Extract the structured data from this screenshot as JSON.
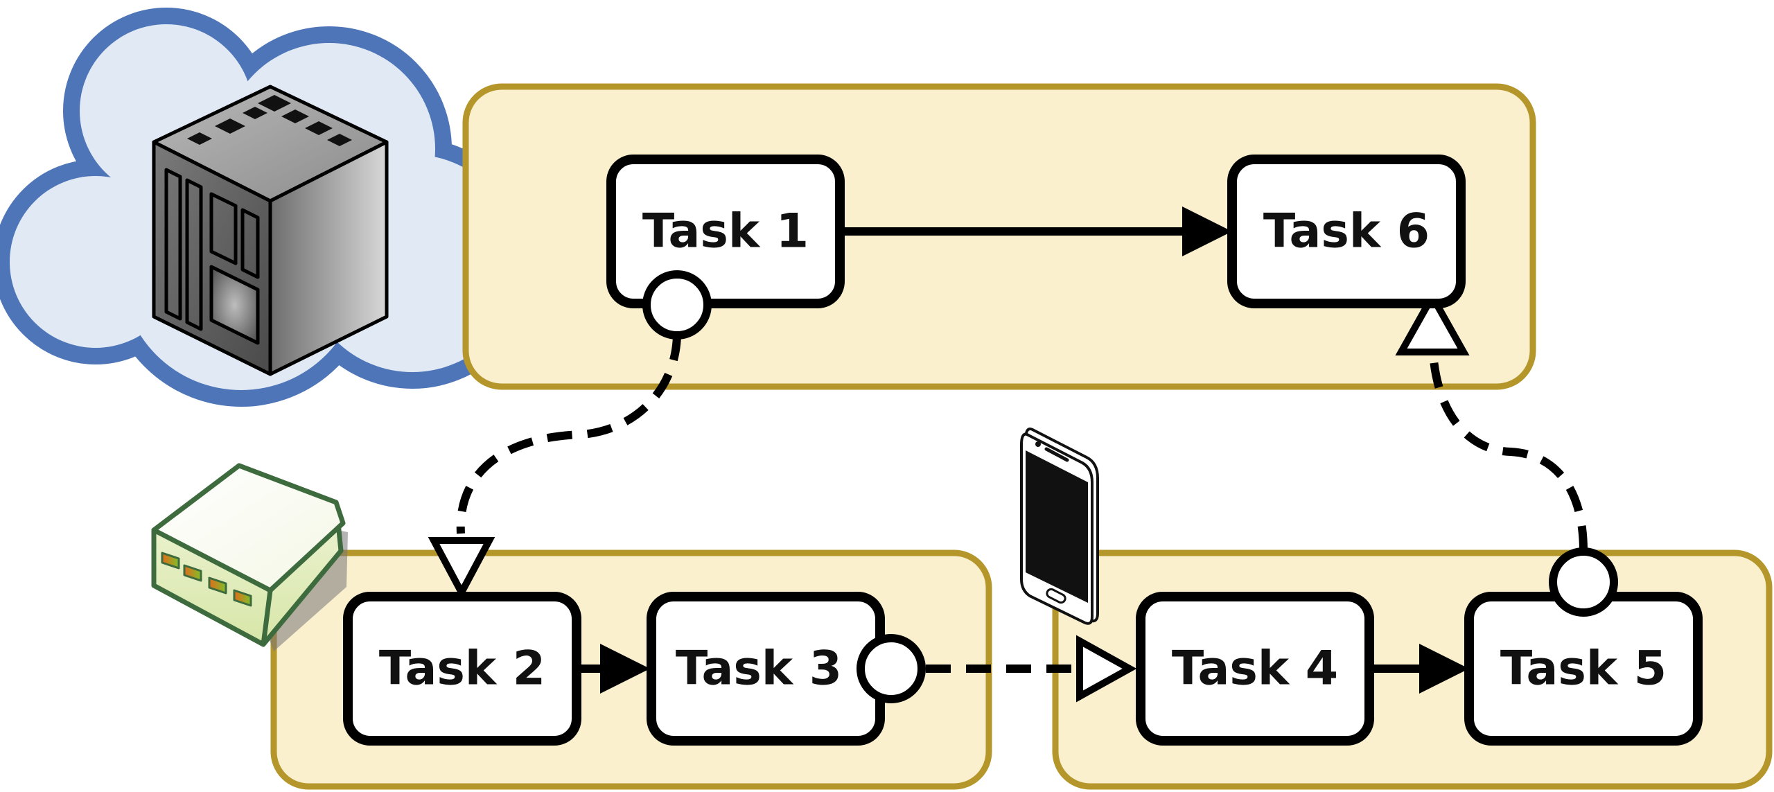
{
  "diagram": {
    "tasks": [
      {
        "id": "task-1",
        "label": "Task 1"
      },
      {
        "id": "task-2",
        "label": "Task 2"
      },
      {
        "id": "task-3",
        "label": "Task 3"
      },
      {
        "id": "task-4",
        "label": "Task 4"
      },
      {
        "id": "task-5",
        "label": "Task 5"
      },
      {
        "id": "task-6",
        "label": "Task 6"
      }
    ],
    "lanes": [
      {
        "id": "cloud-lane",
        "device": "cloud-server-icon"
      },
      {
        "id": "gateway-lane",
        "device": "gateway-router-icon"
      },
      {
        "id": "mobile-lane",
        "device": "smartphone-icon"
      }
    ],
    "flows": [
      {
        "from": "task-1",
        "to": "task-6",
        "type": "sequence"
      },
      {
        "from": "task-2",
        "to": "task-3",
        "type": "sequence"
      },
      {
        "from": "task-4",
        "to": "task-5",
        "type": "sequence"
      },
      {
        "from": "task-1",
        "to": "task-2",
        "type": "message"
      },
      {
        "from": "task-3",
        "to": "task-4",
        "type": "message"
      },
      {
        "from": "task-5",
        "to": "task-6",
        "type": "message"
      }
    ],
    "colors": {
      "lane_fill": "#FAF0CE",
      "lane_stroke": "#B4962A",
      "cloud_fill": "#E1E9F5",
      "cloud_stroke": "#4D75B8",
      "gateway_stroke": "#3E6B3E",
      "stroke": "#000000"
    }
  }
}
